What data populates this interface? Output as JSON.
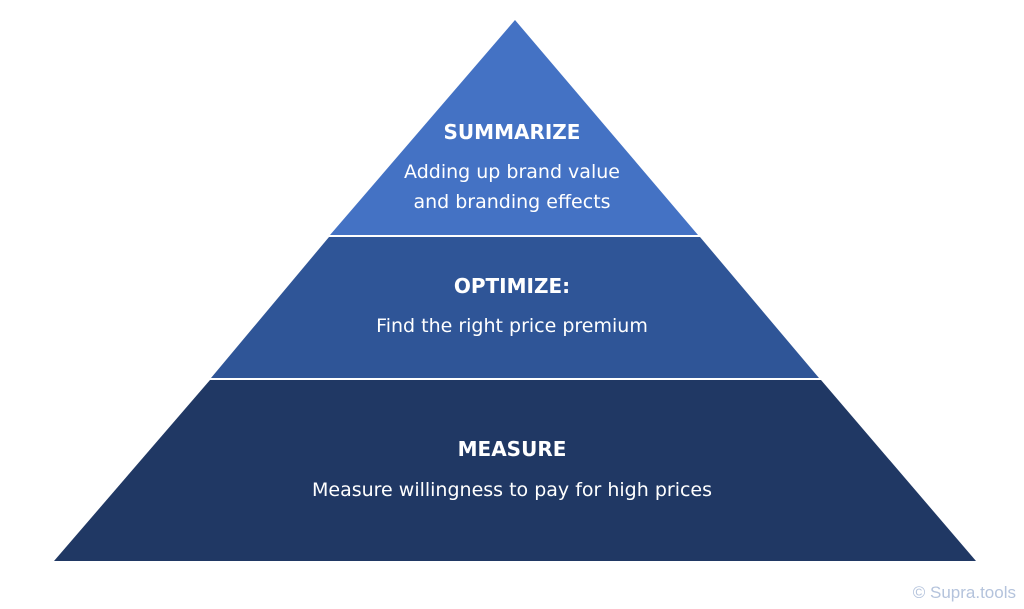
{
  "tiers": [
    {
      "title": "SUMMARIZE",
      "lines": [
        "Adding up brand value",
        "and branding effects"
      ],
      "color": "#4472c4"
    },
    {
      "title": "OPTIMIZE:",
      "lines": [
        "Find the right price premium"
      ],
      "color": "#2f5597"
    },
    {
      "title": "MEASURE",
      "lines": [
        "Measure willingness to pay for high prices"
      ],
      "color": "#203864"
    }
  ],
  "watermark": "© Supra.tools"
}
